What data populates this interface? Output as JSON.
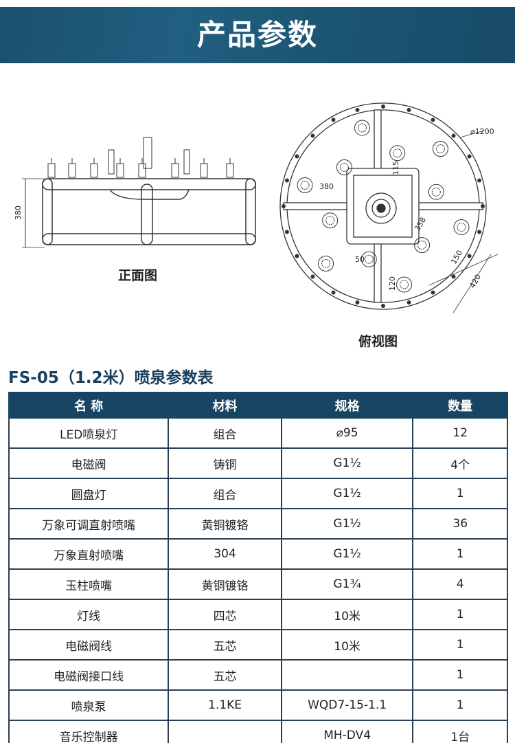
{
  "banner": {
    "title": "产品参数"
  },
  "front_view": {
    "caption": "正面图",
    "dim_height": "380"
  },
  "top_view": {
    "caption": "俯视图",
    "dims": {
      "diameter": "⌀1200",
      "d115": "115",
      "d380": "380",
      "d358": "358",
      "d50": "50",
      "d120": "120",
      "d150": "150",
      "d420": "420"
    }
  },
  "table": {
    "title": "FS-05（1.2米）喷泉参数表",
    "headers": [
      "名 称",
      "材料",
      "规格",
      "数量"
    ],
    "rows": [
      [
        "LED喷泉灯",
        "组合",
        "⌀95",
        "12"
      ],
      [
        "电磁阀",
        "铸铜",
        "G1½",
        "4个"
      ],
      [
        "圆盘灯",
        "组合",
        "G1½",
        "1"
      ],
      [
        "万象可调直射喷嘴",
        "黄铜镀铬",
        "G1½",
        "36"
      ],
      [
        "万象直射喷嘴",
        "304",
        "G1½",
        "1"
      ],
      [
        "玉柱喷嘴",
        "黄铜镀铬",
        "G1¾",
        "4"
      ],
      [
        "灯线",
        "四芯",
        "10米",
        "1"
      ],
      [
        "电磁阀线",
        "五芯",
        "10米",
        "1"
      ],
      [
        "电磁阀接口线",
        "五芯",
        "",
        "1"
      ],
      [
        "喷泉泵",
        "1.1KE",
        "WQD7-15-1.1",
        "1"
      ],
      [
        "音乐控制器",
        "",
        "MH-DV4",
        "1台"
      ]
    ]
  },
  "colors": {
    "banner": "#1d5a7a",
    "table_header": "#174563"
  }
}
